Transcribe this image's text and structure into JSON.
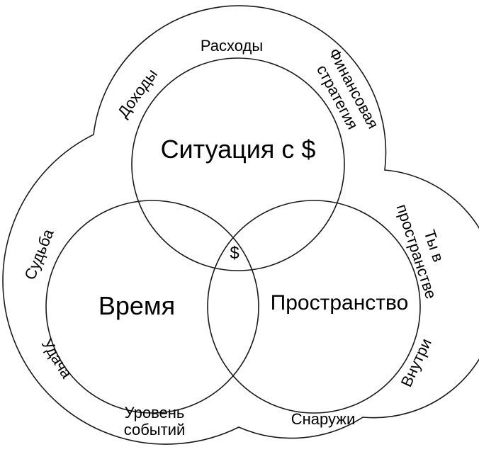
{
  "circles": {
    "top": "Ситуация с $",
    "left": "Время",
    "right": "Пространство",
    "center": "$"
  },
  "outer_labels": {
    "expenses": "Расходы",
    "income": "Доходы",
    "financial_strategy": [
      "Финансовая",
      "стратегия"
    ],
    "fate": "Судьба",
    "luck": "Удача",
    "event_level": [
      "Уровень",
      "событий"
    ],
    "outside": "Снаружи",
    "inside": "Внутри",
    "you_in_space": [
      "Ты в",
      "пространстве"
    ]
  }
}
